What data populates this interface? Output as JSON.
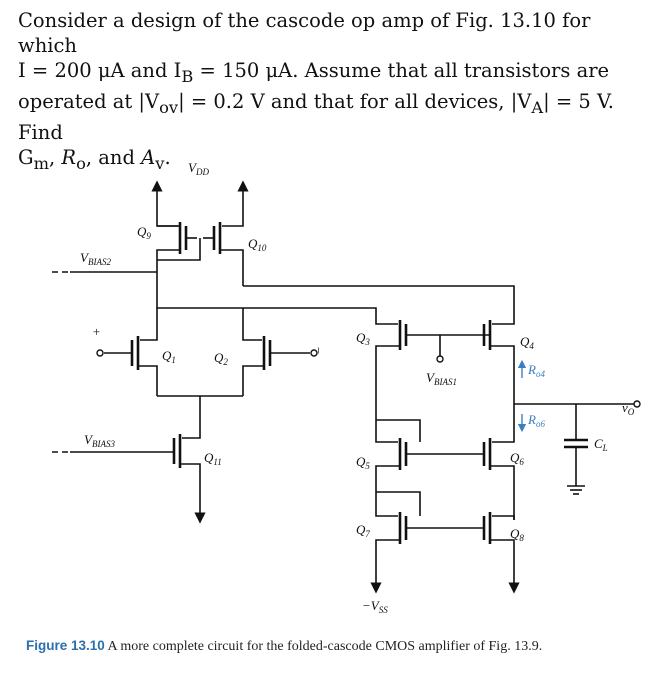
{
  "problem": {
    "line1": "Consider a design of the cascode op amp of Fig. 13.10 for which",
    "line2": "I = 200 μA and I",
    "line2_sub": "B",
    "line2_rest": " = 150 μA. Assume that all transistors are",
    "line3": "operated at |V",
    "line3_sub": "ov",
    "line3_rest": "| = 0.2 V and that for all devices, |V",
    "line3_sub2": "A",
    "line3_rest2": "| = 5 V. Find",
    "line4_g": "G",
    "line4_g_sub": "m",
    "line4_mid": ", ",
    "line4_r": "R",
    "line4_r_sub": "o",
    "line4_and": ", and ",
    "line4_a": "A",
    "line4_a_sub": "v",
    "line4_end": "."
  },
  "circuit": {
    "vdd": "V",
    "vdd_sub": "DD",
    "vss": "−V",
    "vss_sub": "SS",
    "vbias1": "V",
    "vbias1_sub": "BIAS1",
    "vbias2": "V",
    "vbias2_sub": "BIAS2",
    "vbias3": "V",
    "vbias3_sub": "BIAS3",
    "q1": "Q",
    "q1_sub": "1",
    "q2": "Q",
    "q2_sub": "2",
    "q3": "Q",
    "q3_sub": "3",
    "q4": "Q",
    "q4_sub": "4",
    "q5": "Q",
    "q5_sub": "5",
    "q6": "Q",
    "q6_sub": "6",
    "q7": "Q",
    "q7_sub": "7",
    "q8": "Q",
    "q8_sub": "8",
    "q9": "Q",
    "q9_sub": "9",
    "q10": "Q",
    "q10_sub": "10",
    "q11": "Q",
    "q11_sub": "11",
    "ro4": "R",
    "ro4_sub": "o4",
    "ro6": "R",
    "ro6_sub": "o6",
    "cl": "C",
    "cl_sub": "L",
    "vo": "v",
    "vo_sub": "O",
    "plus": "+",
    "minus": "−"
  },
  "caption": {
    "figure": "Figure 13.10",
    "text": "A more complete circuit for the folded-cascode CMOS amplifier of Fig. 13.9."
  },
  "colors": {
    "caption_accent": "#2a6fb0",
    "text": "#111111",
    "ro_arrow": "#3a7fc4"
  }
}
